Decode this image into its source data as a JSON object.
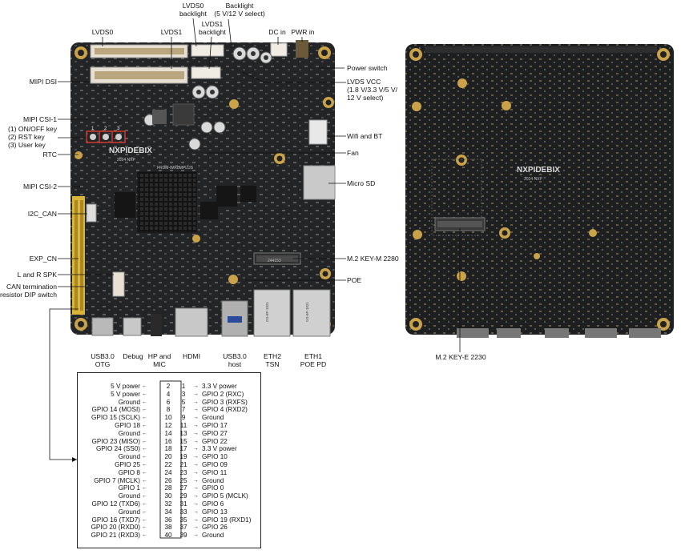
{
  "top_board_labels": {
    "lvds0": "LVDS0",
    "lvds1": "LVDS1",
    "lvds0_backlight": "LVDS0\nbacklight",
    "lvds1_backlight": "LVDS1\nbacklight",
    "backlight": "Backlight\n(5 V/12 V select)",
    "dc_in": "DC in",
    "pwr_in": "PWR in",
    "power_switch": "Power switch",
    "lvds_vcc": "LVDS VCC\n(1.8 V/3.3 V/5 V/\n12 V select)",
    "mipi_dsi": "MIPI DSI",
    "mipi_csi1": "MIPI CSI-1",
    "keys": "(1) ON/OFF key\n(2) RST key\n(3) User key",
    "rtc": "RTC",
    "wifi_bt": "Wifi and BT",
    "fan": "Fan",
    "micro_sd": "Micro SD",
    "mipi_csi2": "MIPI CSI-2",
    "i2c_can": "I2C_CAN",
    "exp_cn": "EXP_CN",
    "lr_spk": "L and R SPK",
    "can_term": "CAN termination\nresistor DIP switch",
    "m2_keym": "M.2 KEY-M 2280",
    "poe": "POE",
    "usb30_otg": "USB3.0\nOTG",
    "debug": "Debug",
    "hp_mic": "HP and\nMIC",
    "hdmi": "HDMI",
    "usb30_host": "USB3.0\nhost",
    "eth2": "ETH2\nTSN",
    "eth1": "ETH1\nPOE PD",
    "m2_keye": "M.2 KEY-E 2230"
  },
  "board_text": {
    "brand": "NXPIDEBIX",
    "year": "2024  NXP",
    "key_nums": [
      "1",
      "2",
      "3"
    ],
    "model": "FRDM-IMX8MPLUS",
    "m2_chip": "244153",
    "eth_jack": "GS-8P-1021",
    "back_brand": "NXPIDEBIX",
    "back_year": "2024 NXP"
  },
  "pinout": {
    "rows": [
      {
        "left": "5 V power",
        "even": "2",
        "odd": "1",
        "right": "3.3 V power"
      },
      {
        "left": "5 V power",
        "even": "4",
        "odd": "3",
        "right": "GPIO 2 (RXC)"
      },
      {
        "left": "Ground",
        "even": "6",
        "odd": "5",
        "right": "GPIO 3 (RXFS)"
      },
      {
        "left": "GPIO 14 (MOSI)",
        "even": "8",
        "odd": "7",
        "right": "GPIO 4 (RXD2)"
      },
      {
        "left": "GPIO 15 (SCLK)",
        "even": "10",
        "odd": "9",
        "right": "Ground"
      },
      {
        "left": "GPIO 18",
        "even": "12",
        "odd": "11",
        "right": "GPIO 17"
      },
      {
        "left": "Ground",
        "even": "14",
        "odd": "13",
        "right": "GPIO 27"
      },
      {
        "left": "GPIO 23 (MISO)",
        "even": "16",
        "odd": "15",
        "right": "GPIO 22"
      },
      {
        "left": "GPIO 24 (SS0)",
        "even": "18",
        "odd": "17",
        "right": "3.3 V power"
      },
      {
        "left": "Ground",
        "even": "20",
        "odd": "19",
        "right": "GPIO 10"
      },
      {
        "left": "GPIO 25",
        "even": "22",
        "odd": "21",
        "right": "GPIO 09"
      },
      {
        "left": "GPIO 8",
        "even": "24",
        "odd": "23",
        "right": "GPIO 11"
      },
      {
        "left": "GPIO 7 (MCLK)",
        "even": "26",
        "odd": "25",
        "right": "Ground"
      },
      {
        "left": "GPIO 1",
        "even": "28",
        "odd": "27",
        "right": "GPIO 0"
      },
      {
        "left": "Ground",
        "even": "30",
        "odd": "29",
        "right": "GPIO 5 (MCLK)"
      },
      {
        "left": "GPIO 12 (TXD6)",
        "even": "32",
        "odd": "31",
        "right": "GPIO 6"
      },
      {
        "left": "Ground",
        "even": "34",
        "odd": "33",
        "right": "GPIO 13"
      },
      {
        "left": "GPIO 16 (TXD7)",
        "even": "36",
        "odd": "35",
        "right": "GPIO 19 (RXD1)"
      },
      {
        "left": "GPIO 20 (RXD0)",
        "even": "38",
        "odd": "37",
        "right": "GPIO 26"
      },
      {
        "left": "GPIO 21 (RXD3)",
        "even": "40",
        "odd": "39",
        "right": "Ground"
      }
    ]
  },
  "colors": {
    "pcb": "#232425",
    "pcb_back": "#1e1f20",
    "pad_gold": "#c9a24a",
    "leader": "#111111",
    "header_yellow": "#d9b53a",
    "key_red": "#d23a2e"
  }
}
